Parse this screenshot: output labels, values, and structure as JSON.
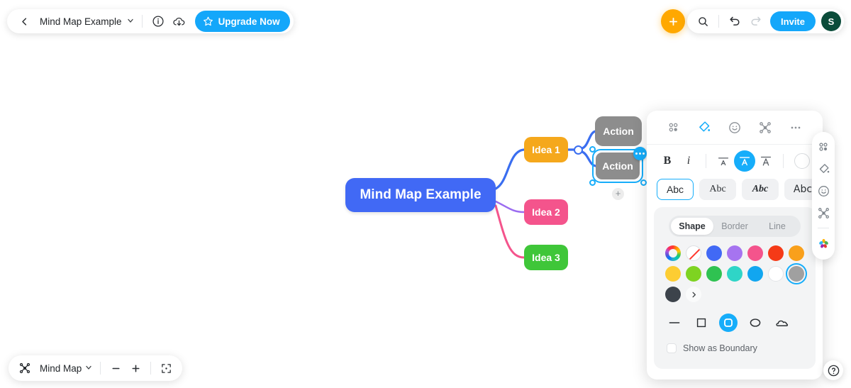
{
  "header": {
    "back_icon": "chevron-left-icon",
    "doc_title": "Mind Map Example",
    "title_chevron_icon": "chevron-down-icon",
    "info_icon": "info-circle-icon",
    "download_icon": "cloud-download-icon",
    "upgrade_label": "Upgrade Now",
    "upgrade_icon": "star-badge-icon",
    "upgrade_color": "#14a7fa"
  },
  "header_right": {
    "add_icon": "plus-icon",
    "add_color": "#ffa800",
    "search_icon": "search-icon",
    "undo_icon": "undo-arrow-icon",
    "redo_icon": "redo-arrow-icon",
    "invite_label": "Invite",
    "invite_color": "#14a7fa",
    "avatar_initial": "S",
    "avatar_color": "#0b4c3a"
  },
  "mindmap": {
    "root": {
      "label": "Mind Map Example",
      "color": "#4169f5"
    },
    "ideas": [
      {
        "label": "Idea 1",
        "color": "#f5a81c",
        "link_color": "#3a6ef0"
      },
      {
        "label": "Idea 2",
        "color": "#f4548c",
        "link_color": "#9b6cf0"
      },
      {
        "label": "Idea 3",
        "color": "#3fc639",
        "link_color": "#f4548c"
      }
    ],
    "actions": [
      {
        "label": "Action",
        "color": "#8d8d8d",
        "selected": false
      },
      {
        "label": "Action",
        "color": "#8d8d8d",
        "selected": true
      }
    ],
    "selection_color": "#16adfa",
    "add_child_icon": "plus-icon",
    "node_menu_icon": "more-dots-icon"
  },
  "style_panel": {
    "tabs": [
      {
        "name": "layout-tab",
        "icon": "four-dots-icon",
        "active": false
      },
      {
        "name": "style-tab",
        "icon": "paint-bucket-icon",
        "active": true
      },
      {
        "name": "emoji-tab",
        "icon": "smiley-icon",
        "active": false
      },
      {
        "name": "mindmap-tab",
        "icon": "mindmap-nodes-icon",
        "active": false
      },
      {
        "name": "more-tab",
        "icon": "more-dots-icon",
        "active": false
      }
    ],
    "format": {
      "bold_label": "B",
      "italic_label": "i",
      "align_small_icon": "text-size-small-icon",
      "align_medium_icon": "text-size-medium-icon",
      "align_large_icon": "text-size-large-icon",
      "active_size": "medium",
      "color_swatch_icon": "text-color-circle-icon"
    },
    "font_presets": [
      {
        "label": "Abc",
        "selected": true
      },
      {
        "label": "Abc",
        "selected": false
      },
      {
        "label": "Abc",
        "selected": false
      },
      {
        "label": "Abc",
        "selected": false
      }
    ],
    "segments": [
      {
        "label": "Shape",
        "active": true
      },
      {
        "label": "Border",
        "active": false
      },
      {
        "label": "Line",
        "active": false
      }
    ],
    "swatches": [
      {
        "name": "rainbow-picker",
        "color": "rainbow",
        "selected": false
      },
      {
        "name": "no-fill",
        "color": "none",
        "selected": false
      },
      {
        "name": "blue",
        "color": "#4169f5",
        "selected": false
      },
      {
        "name": "purple",
        "color": "#a674f0",
        "selected": false
      },
      {
        "name": "pink",
        "color": "#f4548c",
        "selected": false
      },
      {
        "name": "red",
        "color": "#f53a17",
        "selected": false
      },
      {
        "name": "orange",
        "color": "#f9a01b",
        "selected": false
      },
      {
        "name": "yellow",
        "color": "#fdcd33",
        "selected": false
      },
      {
        "name": "lime",
        "color": "#7ed321",
        "selected": false
      },
      {
        "name": "green",
        "color": "#2fc251",
        "selected": false
      },
      {
        "name": "teal",
        "color": "#2fd5c7",
        "selected": false
      },
      {
        "name": "sky-blue",
        "color": "#11a6f0",
        "selected": false
      },
      {
        "name": "white",
        "color": "#ffffff",
        "selected": false
      },
      {
        "name": "gray",
        "color": "#a0a0a0",
        "selected": true
      },
      {
        "name": "dark-slate",
        "color": "#3c434b",
        "selected": false
      }
    ],
    "more_swatches_icon": "chevron-right-icon",
    "shapes": [
      {
        "name": "line-shape",
        "icon": "line-icon",
        "active": false
      },
      {
        "name": "square-shape",
        "icon": "square-icon",
        "active": false
      },
      {
        "name": "rounded-square-shape",
        "icon": "rounded-square-icon",
        "active": true
      },
      {
        "name": "ellipse-shape",
        "icon": "ellipse-icon",
        "active": false
      },
      {
        "name": "cloud-shape",
        "icon": "cloud-icon",
        "active": false
      }
    ],
    "boundary_label": "Show as Boundary",
    "boundary_checked": false
  },
  "rail": [
    {
      "name": "rail-layout",
      "icon": "four-dots-icon"
    },
    {
      "name": "rail-style",
      "icon": "paint-bucket-icon"
    },
    {
      "name": "rail-emoji",
      "icon": "smiley-icon"
    },
    {
      "name": "rail-mindmap",
      "icon": "mindmap-nodes-icon"
    },
    {
      "name": "rail-theme",
      "icon": "color-petals-icon"
    }
  ],
  "footer": {
    "mode_icon": "mindmap-nodes-icon",
    "mode_label": "Mind Map",
    "mode_chevron_icon": "chevron-down-icon",
    "zoom_out_icon": "minus-icon",
    "zoom_in_icon": "plus-icon",
    "fit_icon": "fit-to-screen-icon",
    "help_icon": "question-circle-icon"
  }
}
